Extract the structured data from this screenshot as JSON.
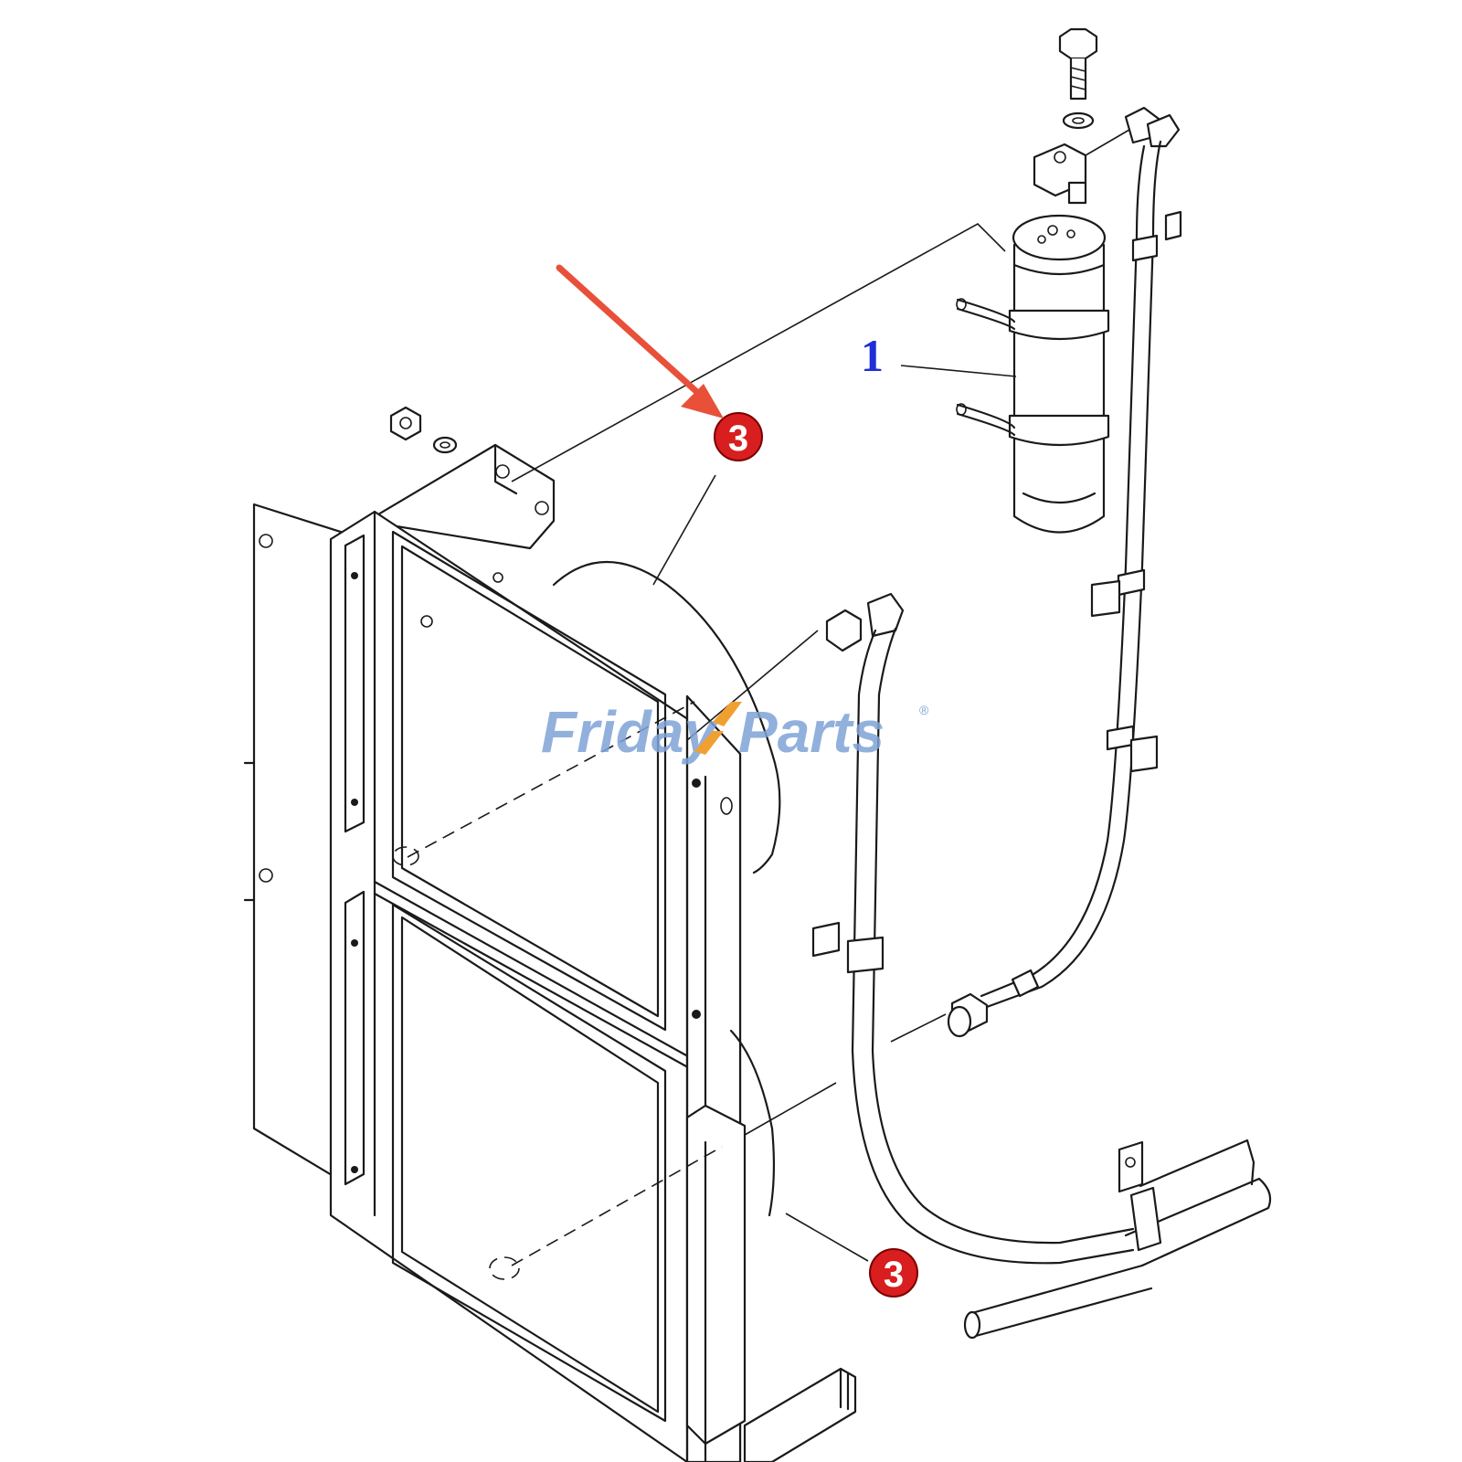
{
  "diagram": {
    "callouts": [
      {
        "label": "1",
        "part": "receiver-drier"
      },
      {
        "label": "3",
        "part": "condenser-upper"
      },
      {
        "label": "3",
        "part": "condenser-lower"
      }
    ],
    "watermark": {
      "text_left": "Friday",
      "text_right": "Parts",
      "registered": "®"
    },
    "colors": {
      "line": "#1a1a1a",
      "callout_blue": "#1f2fd6",
      "callout_red": "#d81e1e",
      "arrow": "#e8503a",
      "watermark_blue": "#7fa3d6",
      "watermark_orange": "#f0a030"
    }
  }
}
